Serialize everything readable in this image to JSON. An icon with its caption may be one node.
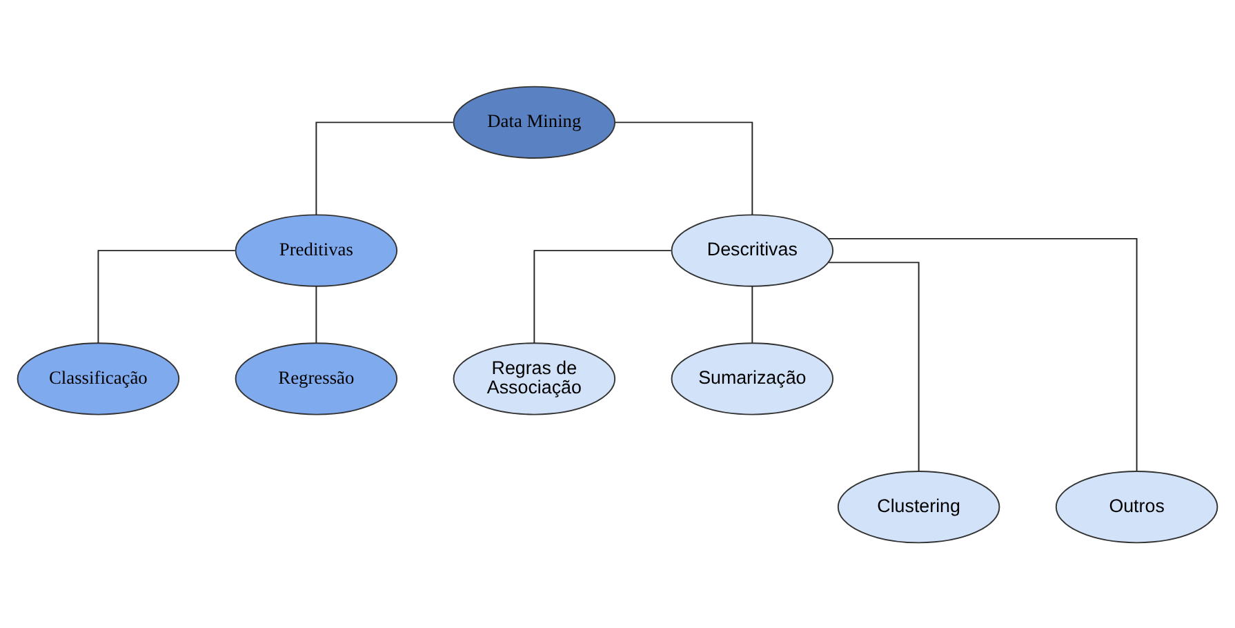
{
  "diagram": {
    "nodes": [
      {
        "text": [
          "Data Mining"
        ]
      },
      {
        "text": [
          "Preditivas"
        ]
      },
      {
        "text": [
          "Descritivas"
        ]
      },
      {
        "text": [
          "Classificação"
        ]
      },
      {
        "text": [
          "Regressão"
        ]
      },
      {
        "text": [
          "Regras de Associação"
        ]
      },
      {
        "text": [
          "Sumarização"
        ]
      },
      {
        "text": [
          "Clustering"
        ]
      },
      {
        "text": [
          "Outros"
        ]
      }
    ],
    "edges": [
      {
        "from": 0,
        "to": 1,
        "arrow": "none"
      },
      {
        "from": 0,
        "to": 2,
        "arrow": "none"
      },
      {
        "from": 1,
        "to": 3,
        "arrow": "none"
      },
      {
        "from": 1,
        "to": 4,
        "arrow": "none"
      },
      {
        "from": 2,
        "to": 5,
        "arrow": "none"
      },
      {
        "from": 2,
        "to": 6,
        "arrow": "none"
      },
      {
        "from": 2,
        "to": 7,
        "arrow": "none"
      },
      {
        "from": 2,
        "to": 8,
        "arrow": "none"
      }
    ]
  }
}
